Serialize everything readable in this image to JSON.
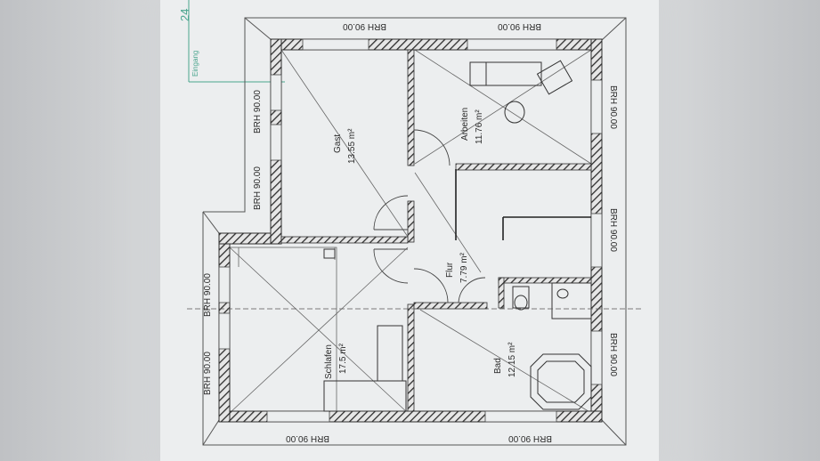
{
  "rooms": {
    "gast": {
      "name": "Gast",
      "area": "13.55 m²"
    },
    "arbeiten": {
      "name": "Arbeiten",
      "area": "11.76 m²"
    },
    "flur": {
      "name": "Flur",
      "area": "7.79 m²"
    },
    "schlafen": {
      "name": "Schlafen",
      "area": "17.5 m²"
    },
    "bad": {
      "name": "Bad",
      "area": "12.15 m²"
    }
  },
  "windows": {
    "top_left": "BRH 90.00",
    "top_right": "BRH 90.00",
    "bottom_left": "BRH 90.00",
    "bottom_right": "BRH 90.00",
    "left_upper_a": "BRH 90.00",
    "left_upper_b": "BRH 90.00",
    "left_lower_a": "BRH 90.00",
    "left_lower_b": "BRH 90.00",
    "right_a": "BRH 90.00",
    "right_b": "BRH 90.00",
    "right_c": "BRH 90.00"
  },
  "margin_note": "Eingang",
  "margin_number": "24",
  "colors": {
    "wall": "#3a3a3a",
    "line": "#555555",
    "sheet": "#eceeef",
    "accent": "#4aa58e"
  }
}
